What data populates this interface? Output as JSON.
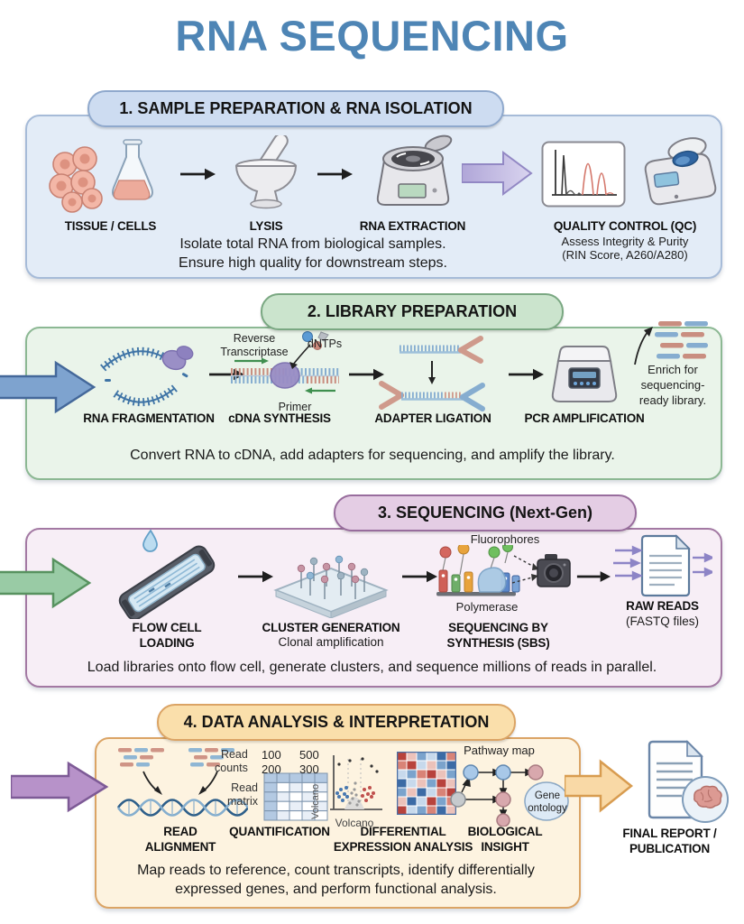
{
  "title": "RNA SEQUENCING",
  "colors": {
    "title_blue": "#4e85b5",
    "s1_bg": "#e3ecf7",
    "s1_border": "#a6bbd8",
    "s1_pill": "#cddcf1",
    "s1_pill_border": "#8fa9cd",
    "s2_bg": "#eaf4ea",
    "s2_border": "#8cb893",
    "s2_pill": "#cbe4cd",
    "s2_pill_border": "#7aa882",
    "s3_bg": "#f7eef6",
    "s3_border": "#a379a3",
    "s3_pill": "#e4cde4",
    "s3_pill_border": "#986d9d",
    "s4_bg": "#fdf3e0",
    "s4_border": "#dba465",
    "s4_pill": "#fadfab",
    "arrow_blue": "#7ea3cf",
    "arrow_green": "#99cba5",
    "arrow_purple": "#b792c9",
    "arrow_orange": "#f9d9a6"
  },
  "s1": {
    "header": "1. SAMPLE PREPARATION & RNA ISOLATION",
    "steps": {
      "tissue": "TISSUE / CELLS",
      "lysis": "LYSIS",
      "extraction": "RNA EXTRACTION",
      "qc": "QUALITY CONTROL (QC)",
      "qc_sub1": "Assess Integrity & Purity",
      "qc_sub2": "(RIN Score, A260/A280)"
    },
    "desc": "Isolate total RNA from biological samples.\nEnsure high quality for downstream steps."
  },
  "s2": {
    "header": "2. LIBRARY PREPARATION",
    "steps": {
      "frag": "RNA FRAGMENTATION",
      "cdna": "cDNA SYNTHESIS",
      "adapter": "ADAPTER LIGATION",
      "pcr": "PCR AMPLIFICATION"
    },
    "ann": {
      "rt": "Reverse\nTranscriptase",
      "dntps": "dNTPs",
      "primer": "Primer",
      "enrich": "Enrich for\nsequencing-\nready library."
    },
    "desc": "Convert RNA to cDNA, add adapters for sequencing, and amplify the library."
  },
  "s3": {
    "header": "3. SEQUENCING (Next-Gen)",
    "steps": {
      "flow": "FLOW CELL\nLOADING",
      "cluster": "CLUSTER GENERATION",
      "cluster_sub": "Clonal amplification",
      "sbs": "SEQUENCING BY\nSYNTHESIS (SBS)",
      "raw": "RAW READS",
      "raw_sub": "(FASTQ files)"
    },
    "ann": {
      "fluorophores": "Fluorophores",
      "polymerase": "Polymerase"
    },
    "desc": "Load libraries onto flow cell, generate clusters, and sequence millions of reads in parallel."
  },
  "s4": {
    "header": "4. DATA ANALYSIS & INTERPRETATION",
    "steps": {
      "align": "READ\nALIGNMENT",
      "quant": "QUANTIFICATION",
      "diff": "DIFFERENTIAL\nEXPRESSION ANALYSIS",
      "bio": "BIOLOGICAL\nINSIGHT"
    },
    "ann": {
      "read_counts": "Read\ncounts",
      "read_matrix": "Read\nmatrix",
      "volcano_y": "Volcano",
      "volcano_x": "Volcano",
      "pathway": "Pathway map",
      "gene_ontology": "Gene\nontology"
    },
    "counts": [
      "100",
      "500",
      "200",
      "300"
    ],
    "desc": "Map reads to reference, count transcripts, identify differentially\nexpressed genes, and perform functional analysis."
  },
  "final": {
    "label": "FINAL REPORT /\nPUBLICATION"
  }
}
